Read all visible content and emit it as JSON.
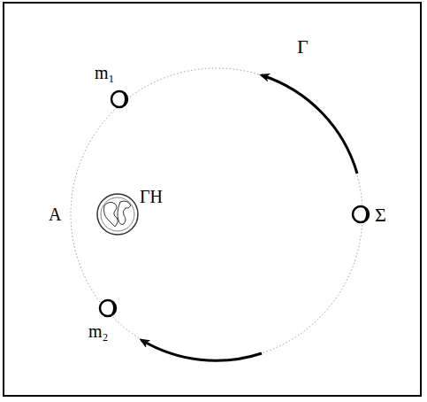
{
  "diagram": {
    "labels": [
      "Γ",
      "m₁",
      "ΓΗ",
      "Α",
      "Σ",
      "m₂"
    ]
  }
}
